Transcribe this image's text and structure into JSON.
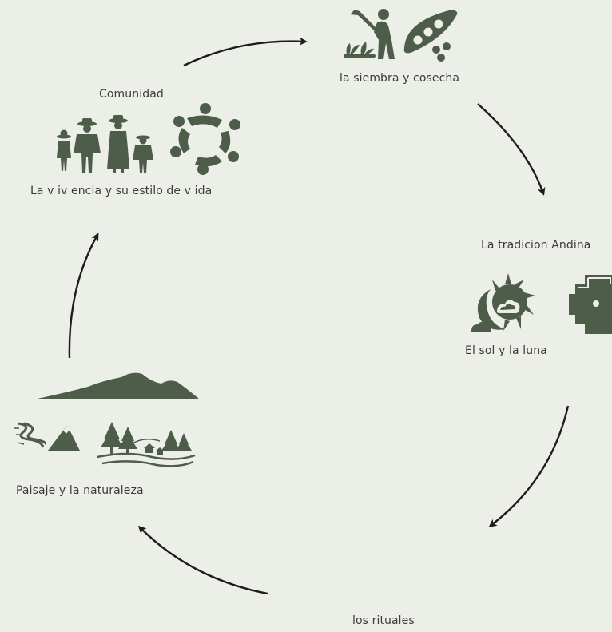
{
  "colors": {
    "background": "#eceee8",
    "icon": "#4e5c4a",
    "text": "#3b3b3b",
    "arrow": "#1c1c1c"
  },
  "nodes": {
    "siembra": {
      "label": "la siembra y cosecha",
      "icons": [
        "farmer-hoe-icon",
        "sprout-icon",
        "pea-pod-icon"
      ]
    },
    "tradicion": {
      "title": "La tradicion Andina",
      "label": "El sol y la luna",
      "icons": [
        "sun-moon-icon",
        "chakana-cross-icon"
      ]
    },
    "rituales": {
      "label": "los rituales"
    },
    "paisaje": {
      "label": "Paisaje y la naturaleza",
      "icons": [
        "hills-silhouette-icon",
        "river-icon",
        "mountain-icon",
        "forest-landscape-icon"
      ]
    },
    "comunidad": {
      "title": "Comunidad",
      "label": "La v iv encia y su estilo de v ida",
      "icons": [
        "family-figures-icon",
        "community-circle-icon"
      ]
    }
  },
  "cycle_order": [
    "siembra",
    "tradicion",
    "rituales",
    "paisaje",
    "comunidad"
  ]
}
